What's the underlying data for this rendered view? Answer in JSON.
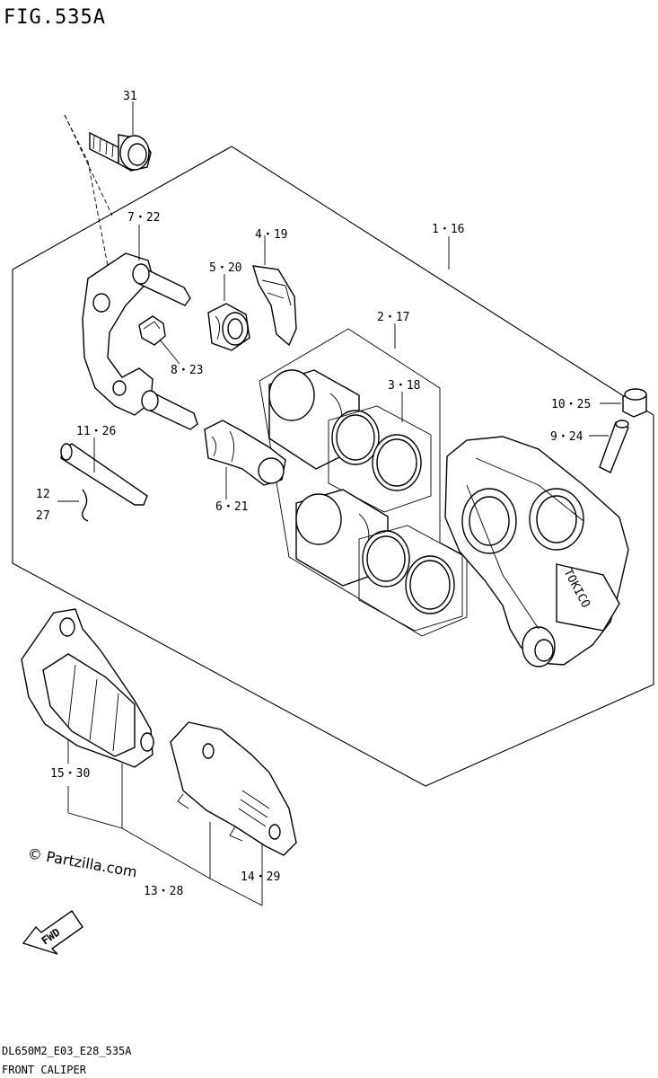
{
  "figure": {
    "title": "FIG.535A"
  },
  "labels": {
    "l31": "31",
    "l7_22": "7・22",
    "l4_19": "4・19",
    "l5_20": "5・20",
    "l1_16": "1・16",
    "l2_17": "2・17",
    "l3_18": "3・18",
    "l8_23": "8・23",
    "l10_25": "10・25",
    "l9_24": "9・24",
    "l11_26": "11・26",
    "l12": "12",
    "l27": "27",
    "l6_21": "6・21",
    "l15_30": "15・30",
    "l14_29": "14・29",
    "l13_28": "13・28"
  },
  "caliper_brand": "TOKICO",
  "fwd_label": "FWD",
  "watermark": "© Partzilla.com",
  "footer": {
    "model_code": "DL650M2_E03_E28_535A",
    "caption": "FRONT CALIPER"
  }
}
